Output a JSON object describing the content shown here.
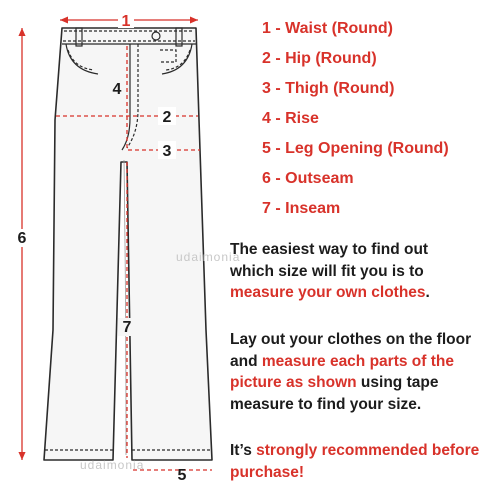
{
  "colors": {
    "accent_red": "#d8322a",
    "text_dark": "#1c1c1c",
    "outline": "#2b2b2b",
    "shade": "#eeeeee"
  },
  "diagram": {
    "subject": "pants-outline",
    "markers": [
      "1",
      "2",
      "3",
      "4",
      "5",
      "6",
      "7"
    ]
  },
  "legend": [
    "1 - Waist (Round)",
    "2 - Hip (Round)",
    "3 - Thigh (Round)",
    "4 - Rise",
    "5 - Leg Opening (Round)",
    "6 - Outseam",
    "7 - Inseam"
  ],
  "instructions": {
    "p1": {
      "a": "The easiest way to find out which size will fit you is to ",
      "b": "measure your own clothes",
      "c": "."
    },
    "p2": {
      "a": "Lay out your clothes on the floor and ",
      "b": "measure each parts of the picture as shown",
      "c": " using tape measure to find your size."
    },
    "p3": {
      "a": "It’s ",
      "b": "strongly recommended before purchase!"
    }
  },
  "watermark": "udaimonia"
}
